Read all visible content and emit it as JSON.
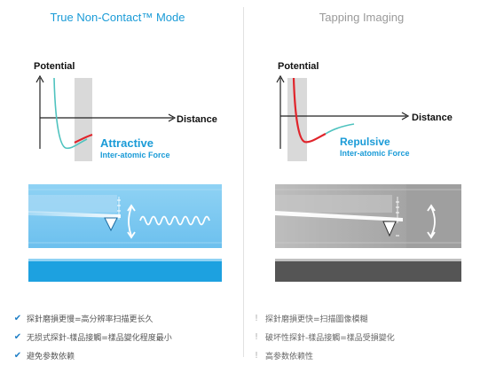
{
  "left": {
    "title": "True Non-Contact™ Mode",
    "y_axis": "Potential",
    "x_axis": "Distance",
    "force_main": "Attractive",
    "force_sub": "Inter-atomic Force",
    "bullets": [
      "探針磨損更慢=高分辨率扫描更长久",
      "无损式探針-樣品接觸=樣品變化程度最小",
      "避免参数依赖"
    ],
    "bullet_icon": "check-icon",
    "accent": "#1a9bd7"
  },
  "right": {
    "title": "Tapping Imaging",
    "y_axis": "Potential",
    "x_axis": "Distance",
    "force_main": "Repulsive",
    "force_sub": "Inter-atomic Force",
    "bullets": [
      "探針磨損更快=扫描圖像模糊",
      "破坏性探針-樣品接觸=樣品受損變化",
      "高参数依赖性"
    ],
    "bullet_icon": "exclamation-icon",
    "accent": "#888888"
  },
  "colors": {
    "curve_teal": "#4fc3bf",
    "curve_red": "#e0242b",
    "sky_blue": "#3eaee6",
    "dark_gray": "#555555"
  }
}
